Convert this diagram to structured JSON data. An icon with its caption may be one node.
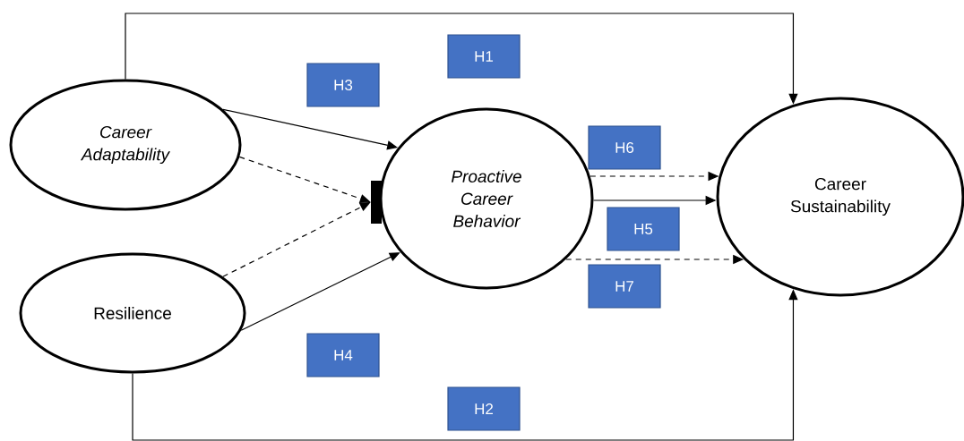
{
  "diagram": {
    "nodes": [
      {
        "text": [
          "Career Adaptability"
        ]
      },
      {
        "text": [
          "Resilience"
        ]
      },
      {
        "text": [
          "Proactive Career Behavior"
        ]
      },
      {
        "text": [
          "Career Sustainability"
        ]
      },
      {
        "text": [],
        "shape": "bar"
      },
      {
        "text": [
          "H1"
        ]
      },
      {
        "text": [
          "H3"
        ]
      },
      {
        "text": [
          "H6"
        ]
      },
      {
        "text": [
          "H5"
        ]
      },
      {
        "text": [
          "H7"
        ]
      },
      {
        "text": [
          "H4"
        ]
      },
      {
        "text": [
          "H2"
        ]
      }
    ],
    "edges": [
      {
        "from": 0,
        "to": 2,
        "arrow": "to"
      },
      {
        "from": 0,
        "to": 4,
        "arrow": "to",
        "style": "dashed"
      },
      {
        "from": 1,
        "to": 4,
        "arrow": "to",
        "style": "dashed"
      },
      {
        "from": 1,
        "to": 2,
        "arrow": "to"
      },
      {
        "from": 0,
        "to": 3,
        "arrow": "to"
      },
      {
        "from": 1,
        "to": 3,
        "arrow": "to"
      },
      {
        "from": 2,
        "to": 3,
        "arrow": "to",
        "style": "dashed"
      },
      {
        "from": 2,
        "to": 3,
        "arrow": "to"
      },
      {
        "from": 2,
        "to": 3,
        "arrow": "to",
        "style": "dashed"
      }
    ]
  }
}
